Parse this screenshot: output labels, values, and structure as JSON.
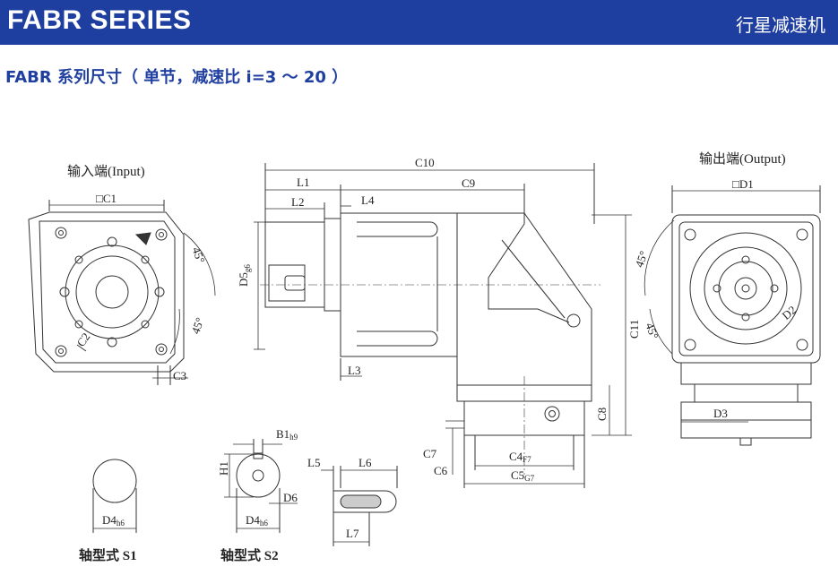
{
  "banner": {
    "title": "FABR SERIES",
    "subtitle": "行星减速机"
  },
  "heading": "FABR 系列尺寸（ 单节，减速比 i=3 ～ 20 ）",
  "views": {
    "input_label": "输入端(Input)",
    "output_label": "输出端(Output)"
  },
  "dims": {
    "c1": "□C1",
    "c2": "C2",
    "c3": "C3",
    "angle_45": "45°",
    "c10": "C10",
    "l1": "L1",
    "l2": "L2",
    "l4": "L4",
    "c9": "C9",
    "d5": "D5",
    "d5_sub": "g6",
    "l3": "L3",
    "c11": "C11",
    "c8": "C8",
    "c7": "C7",
    "c6": "C6",
    "c4": "C4",
    "c4_sub": "F7",
    "c5": "C5",
    "c5_sub": "G7",
    "d1": "□D1",
    "d2": "D2",
    "d3": "D3",
    "b1": "B1",
    "b1_sub": "h9",
    "h1": "H1",
    "d6": "D6",
    "d4": "D4",
    "d4_sub": "h6",
    "l5": "L5",
    "l6": "L6",
    "l7": "L7"
  },
  "captions": {
    "s1": "轴型式 S1",
    "s2": "轴型式 S2"
  }
}
